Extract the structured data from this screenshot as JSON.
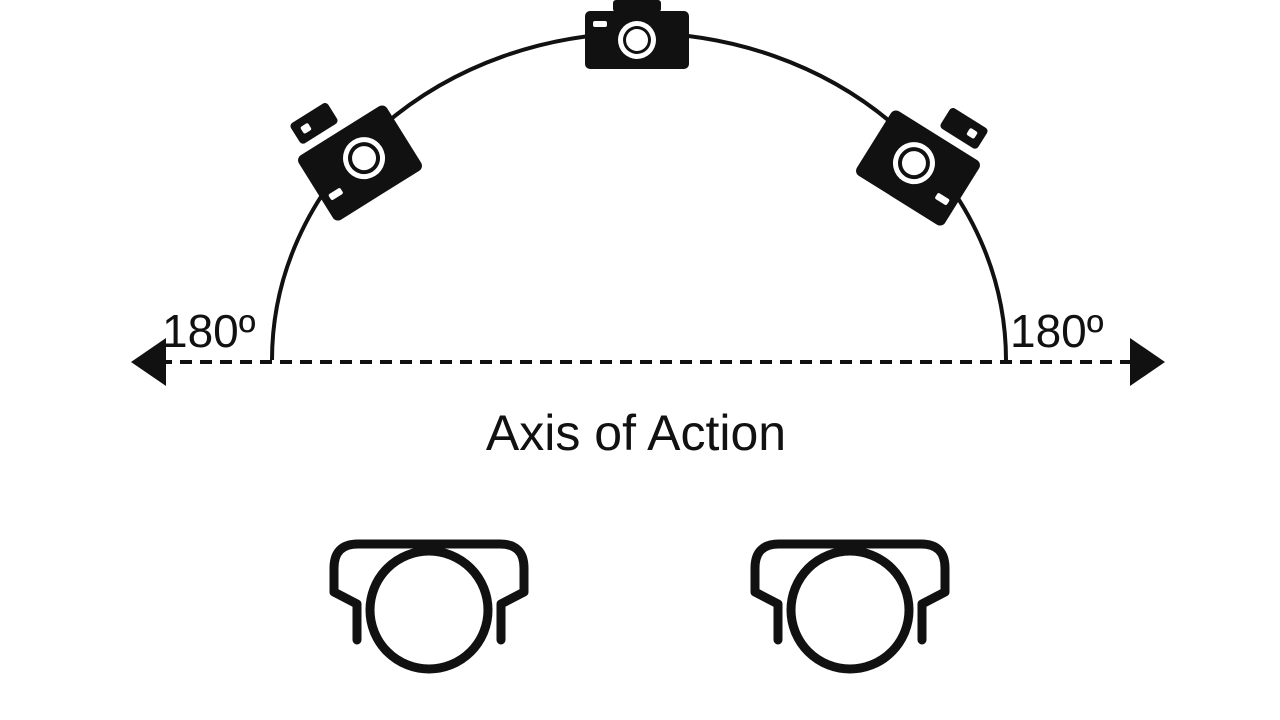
{
  "diagram": {
    "left_angle_label": "180º",
    "right_angle_label": "180º",
    "axis_label": "Axis of Action",
    "colors": {
      "ink": "#111111",
      "background": "#ffffff",
      "camera_fill": "#111111",
      "camera_lens": "#ffffff"
    },
    "icons": [
      "camera-icon",
      "camera-icon",
      "camera-icon",
      "person-icon",
      "person-icon"
    ]
  }
}
